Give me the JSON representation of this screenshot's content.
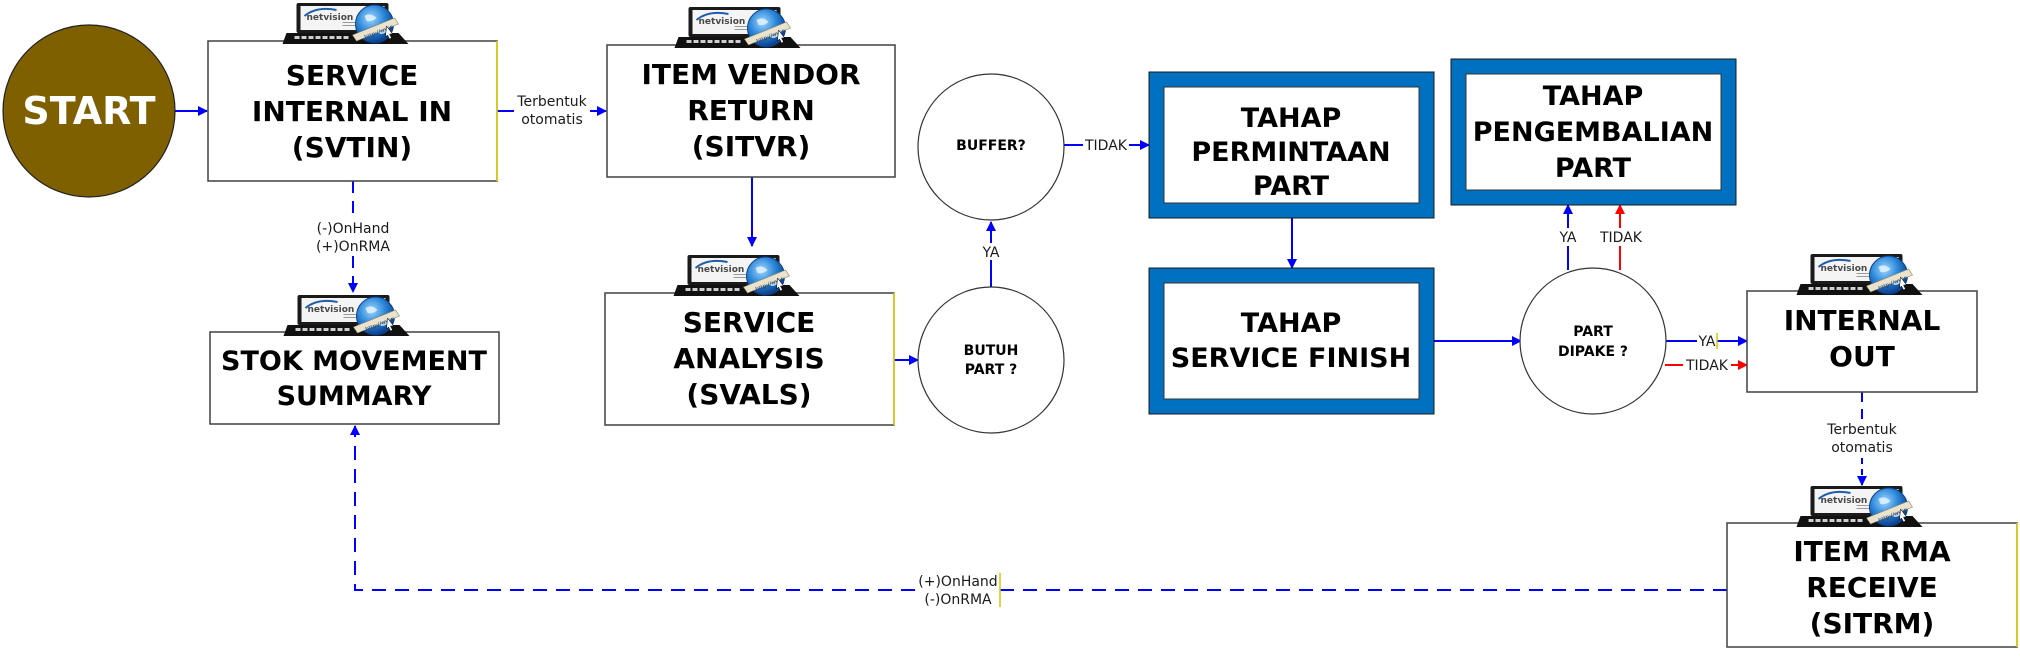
{
  "diagram": {
    "start": {
      "label": "START",
      "color": "#7F6000"
    },
    "nodes": {
      "svtin": {
        "lines": [
          "SERVICE",
          "INTERNAL IN",
          "(SVTIN)"
        ]
      },
      "sitvr": {
        "lines": [
          "ITEM VENDOR",
          "RETURN",
          "(SITVR)"
        ]
      },
      "stok": {
        "lines": [
          "STOK MOVEMENT",
          "SUMMARY"
        ]
      },
      "svals": {
        "lines": [
          "SERVICE",
          "ANALYSIS",
          "(SVALS)"
        ]
      },
      "buffer": {
        "lines": [
          "BUFFER?"
        ]
      },
      "butuh": {
        "lines": [
          "BUTUH",
          "PART ?"
        ]
      },
      "permintaan": {
        "lines": [
          "TAHAP",
          "PERMINTAAN",
          "PART"
        ]
      },
      "finish": {
        "lines": [
          "TAHAP",
          "SERVICE FINISH"
        ]
      },
      "pengembalian": {
        "lines": [
          "TAHAP",
          "PENGEMBALIAN",
          "PART"
        ]
      },
      "dipake": {
        "lines": [
          "PART",
          "DIPAKE ?"
        ]
      },
      "internal_out": {
        "lines": [
          "INTERNAL",
          "OUT"
        ]
      },
      "sitrm": {
        "lines": [
          "ITEM RMA",
          "RECEIVE",
          "(SITRM)"
        ]
      }
    },
    "edge_labels": {
      "svtin_sitvr": [
        "Terbentuk",
        "otomatis"
      ],
      "svtin_stok": [
        "(-)OnHand",
        "(+)OnRMA"
      ],
      "sitrm_stok": [
        "(+)OnHand",
        "(-)OnRMA"
      ],
      "butuh_buffer": "YA",
      "buffer_permintaan": "TIDAK",
      "dipake_pengembalian_ya": "YA",
      "dipake_pengembalian_tidak": "TIDAK",
      "dipake_out_ya": "YA",
      "dipake_out_tidak": "TIDAK",
      "out_sitrm": [
        "Terbentuk",
        "otomatis"
      ]
    },
    "logo": {
      "brand": "netvision",
      "url_text": "http://www"
    },
    "colors": {
      "flow_blue": "#0000FF",
      "flow_red": "#FF0000",
      "stage_frame": "#0070C0",
      "box_border": "#404040"
    }
  }
}
